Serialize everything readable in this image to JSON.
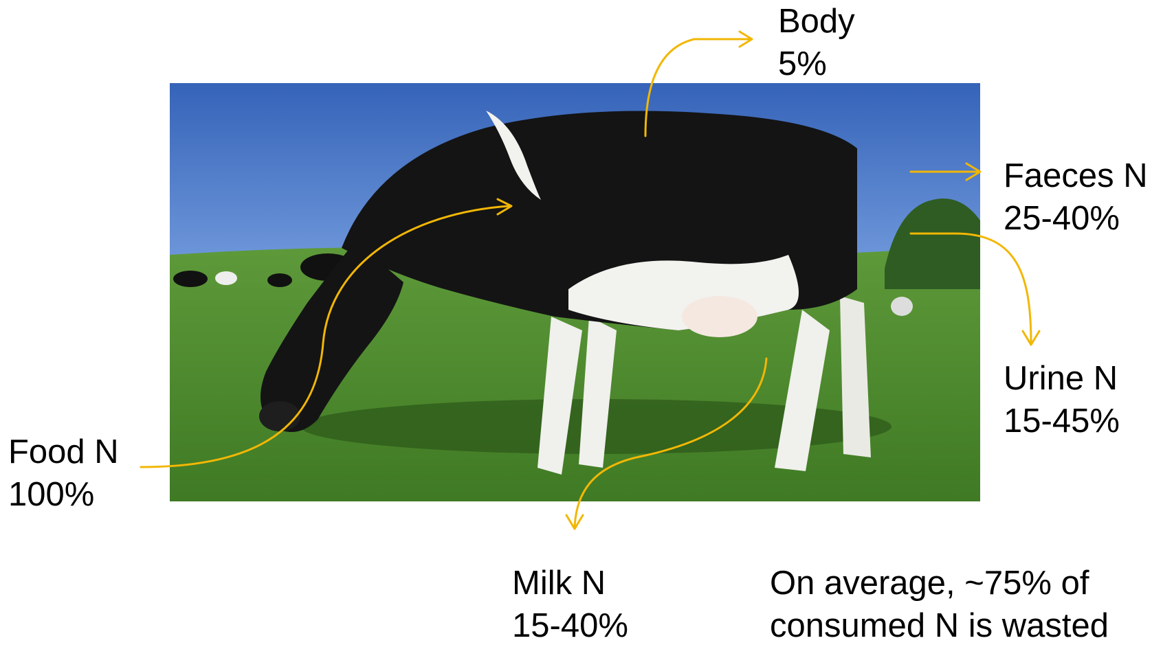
{
  "colors": {
    "arrow": "#F2B705",
    "sky": "#3E6FC0",
    "grass": "#4E8A2E",
    "cow_black": "#141414",
    "cow_white": "#F2F2EE"
  },
  "photo": {
    "subject": "grazing-holstein-cow"
  },
  "flows": {
    "food": {
      "name": "Food N",
      "value": "100%"
    },
    "body": {
      "name": "Body",
      "value": "5%"
    },
    "faeces": {
      "name": "Faeces N",
      "value": "25-40%"
    },
    "urine": {
      "name": "Urine N",
      "value": "15-45%"
    },
    "milk": {
      "name": "Milk N",
      "value": "15-40%"
    }
  },
  "note": {
    "line1": "On average, ~75% of",
    "line2": "consumed N is wasted"
  }
}
